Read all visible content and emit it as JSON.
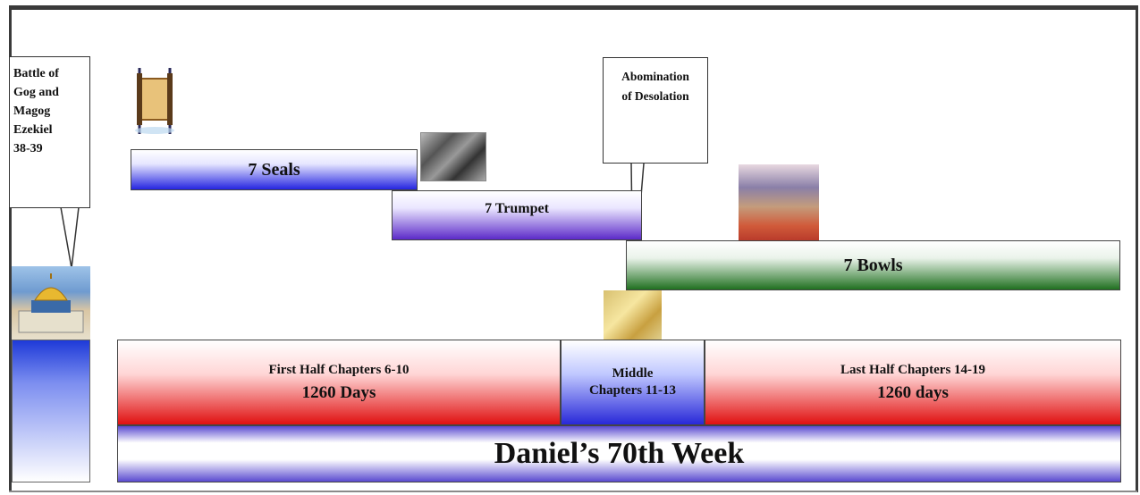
{
  "callouts": {
    "gog": [
      "Battle of",
      "Gog and",
      "Magog",
      "Ezekiel",
      "38-39"
    ],
    "abomination": [
      "Abomination",
      "of Desolation"
    ]
  },
  "bars": {
    "seals": "7 Seals",
    "trumpet": "7 Trumpet",
    "bowls": "7 Bowls"
  },
  "timeline": {
    "first_half": {
      "line1": "First Half  Chapters 6-10",
      "line2": "1260 Days"
    },
    "middle": {
      "line1": "Middle",
      "line2": "Chapters 11-13"
    },
    "last_half": {
      "line1": "Last Half  Chapters 14-19",
      "line2": "1260 days"
    },
    "week": "Daniel’s 70th Week"
  },
  "images": {
    "scroll": "scroll-icon",
    "trumpet": "trumpet-image",
    "bowls": "bowl-image",
    "dome": "dome-of-the-rock-image",
    "middle": "middle-image"
  }
}
